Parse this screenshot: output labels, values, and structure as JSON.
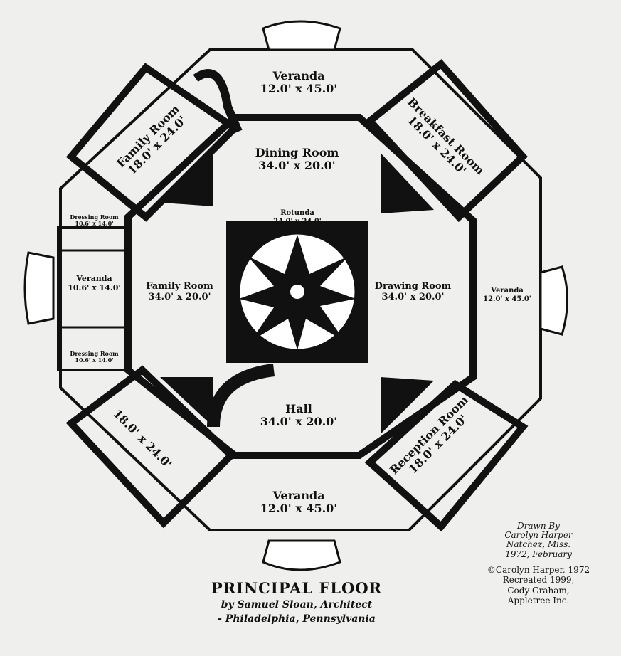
{
  "rooms": {
    "veranda_top": {
      "name": "Veranda",
      "dims": "12.0' x 45.0'"
    },
    "dining": {
      "name": "Dining Room",
      "dims": "34.0' x 20.0'"
    },
    "family_nw": {
      "name": "Family Room",
      "dims": "18.0' x 24.0'"
    },
    "breakfast": {
      "name": "Breakfast Room",
      "dims": "18.0' x 24.0'"
    },
    "rotunda": {
      "name": "Rotunda",
      "dims": "24.0' x 24.0'"
    },
    "dressing_top": {
      "name": "Dressing Room",
      "dims": "10.6' x 14.0'"
    },
    "veranda_left": {
      "name": "Veranda",
      "dims": "10.6' x 14.0'"
    },
    "dressing_bottom": {
      "name": "Dressing Room",
      "dims": "10.6' x 14.0'"
    },
    "family_w": {
      "name": "Family Room",
      "dims": "34.0' x 20.0'"
    },
    "drawing": {
      "name": "Drawing Room",
      "dims": "34.0' x 20.0'"
    },
    "veranda_right": {
      "name": "Veranda",
      "dims": "12.0' x 45.0'"
    },
    "sw_room": {
      "dims": "18.0' x 24.0'"
    },
    "hall": {
      "name": "Hall",
      "dims": "34.0' x 20.0'"
    },
    "reception": {
      "name": "Reception Room",
      "dims": "18.0' x 24.0'"
    },
    "veranda_bottom": {
      "name": "Veranda",
      "dims": "12.0' x 45.0'"
    }
  },
  "title": "PRINCIPAL FLOOR",
  "subtitle1": "by Samuel Sloan, Architect",
  "subtitle2": "- Philadelphia, Pennsylvania",
  "credit": [
    "Drawn By",
    "Carolyn Harper",
    "Natchez, Miss.",
    "1972, February"
  ],
  "copyright": [
    "©Carolyn Harper, 1972",
    "Recreated 1999,",
    "Cody Graham,",
    "Appletree Inc."
  ]
}
